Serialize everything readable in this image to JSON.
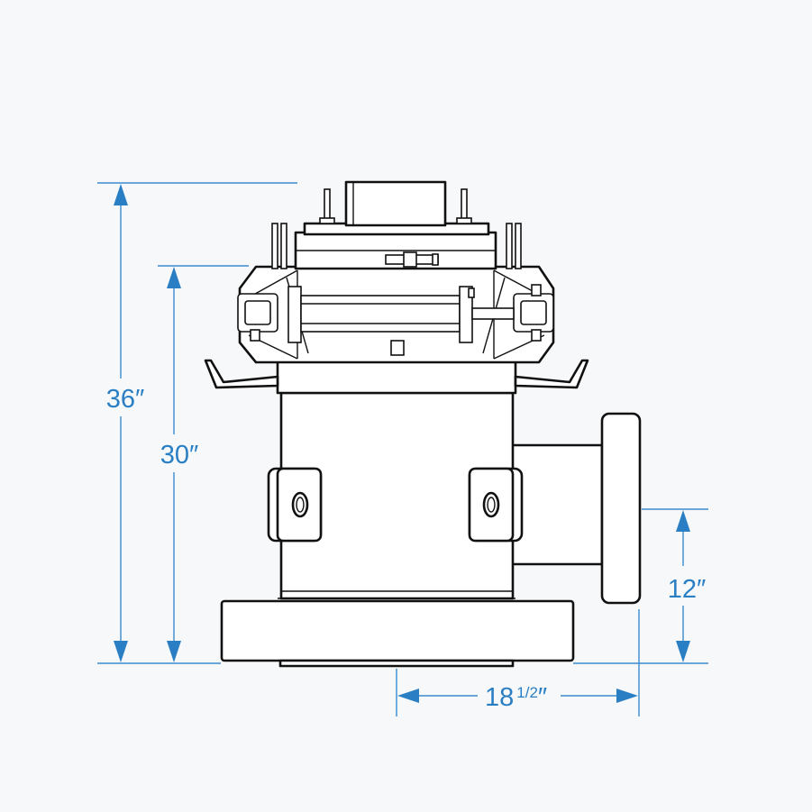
{
  "diagram": {
    "dimensions": {
      "overall_height": "36″",
      "body_height": "30″",
      "outlet_height": "12″",
      "outlet_offset": "18",
      "outlet_offset_fraction": "1/2",
      "outlet_offset_unit": "″"
    },
    "colors": {
      "background": "#f6f8f9",
      "dimension": "#2a7fc4",
      "outline": "#111111"
    }
  }
}
